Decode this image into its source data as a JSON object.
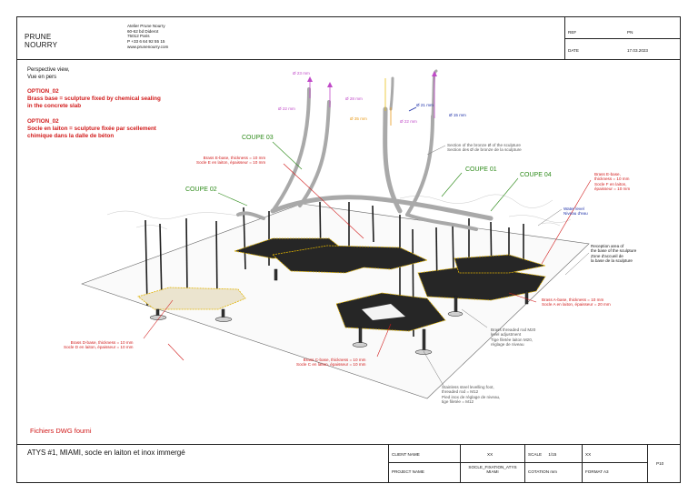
{
  "header": {
    "brand_line1": "PRUNE",
    "brand_line2": "NOURRY",
    "studio": "Atelier Prune Nourry",
    "address1": "60-62 bd Diderot",
    "address2": "75012 Paris",
    "phone": "P +33 6 64 92 55 15",
    "website": "www.prunenourry.com",
    "ref_label": "REF",
    "ref_value": "PN",
    "date_label": "DATE",
    "date_value": "17.03.2023"
  },
  "view": {
    "line1": "Perspective view,",
    "line2": "Vue en pers"
  },
  "option_en": {
    "title": "OPTION_02",
    "line1": "Brass base = sculpture fixed by chemical sealing",
    "line2": "in the concrete slab"
  },
  "option_fr": {
    "title": "OPTION_02",
    "line1": "Socle en laiton = sculpture fixée par scellement",
    "line2": "chimique dans la dalle de béton"
  },
  "dimensions": {
    "d23": "Ø 23 mm",
    "d28": "Ø 28 mm",
    "d22a": "Ø 22 mm",
    "d35": "Ø 35 mm",
    "d21": "Ø 21 mm",
    "d15": "Ø 15 mm",
    "d22b": "Ø 22 mm"
  },
  "sections": {
    "coupe01": "COUPE 01",
    "coupe02": "COUPE 02",
    "coupe03": "COUPE 03",
    "coupe04": "COUPE 04"
  },
  "notes": {
    "bronze_en": "Section of the bronze Ø of the sculpture",
    "bronze_fr": "Section des Ø de bronze de la sculpture",
    "ebase_left_en": "Brass E-base, thickness = 10 mm",
    "ebase_left_fr": "Socle E en laiton, épaisseur = 10 mm",
    "ebase_right_1": "Brass E-base,",
    "ebase_right_2": "thickness = 10 mm",
    "ebase_right_3": "Socle F en laiton,",
    "ebase_right_4": "épaisseur = 10 mm",
    "water_en": "Water level",
    "water_fr": "Niveau d'eau",
    "reception_1": "Reception area of",
    "reception_2": "the base of the sculpture",
    "reception_3": "Zone d'accueil de",
    "reception_4": "la base de la sculpture",
    "abase_en": "Brass A-base, thickness = 10 mm",
    "abase_fr": "Socle A en laiton, épaisseur = 20 mm",
    "rod_1": "Brass threaded rod M20",
    "rod_2": "level adjustment",
    "rod_3": "Tige filetée laiton M20,",
    "rod_4": "réglage de niveau",
    "dbase_en": "Brass D-base, thickness = 10 mm",
    "dbase_fr": "Socle D en laiton, épaisseur = 10 mm",
    "cbase_en": "Brass C-base, thickness = 10 mm",
    "cbase_fr": "Socle C en laiton, épaisseur = 10 mm",
    "foot_1": "Stainless steel levelling foot,",
    "foot_2": "threaded rod = M12",
    "foot_3": "Pied inox de réglage de niveau,",
    "foot_4": "tige filetée = M12",
    "dwg": "Fichiers DWG fourni"
  },
  "title_block": {
    "project_title": "ATYS #1, MIAMI, socle en laiton et inox immergé",
    "client_label": "CLIENT NAME",
    "client_value": "XX",
    "scale_label": "SCALE",
    "scale_value": "1/15",
    "xx_value": "XX",
    "project_label": "PROJECT NAME",
    "project_value_1": "SOCLE_FIXATION_ATYS",
    "project_value_2": "MIAMI",
    "cotation_label": "COTATION mm",
    "format_label": "FORMAT A3",
    "page": "P10"
  },
  "colors": {
    "red": "#d11a1a",
    "green": "#2e8b1a",
    "blue": "#1d2fa8",
    "magenta": "#c04ac8",
    "orange": "#e89a1a",
    "base_dark": "#262626",
    "bronze_grey": "#a9a9a9"
  }
}
